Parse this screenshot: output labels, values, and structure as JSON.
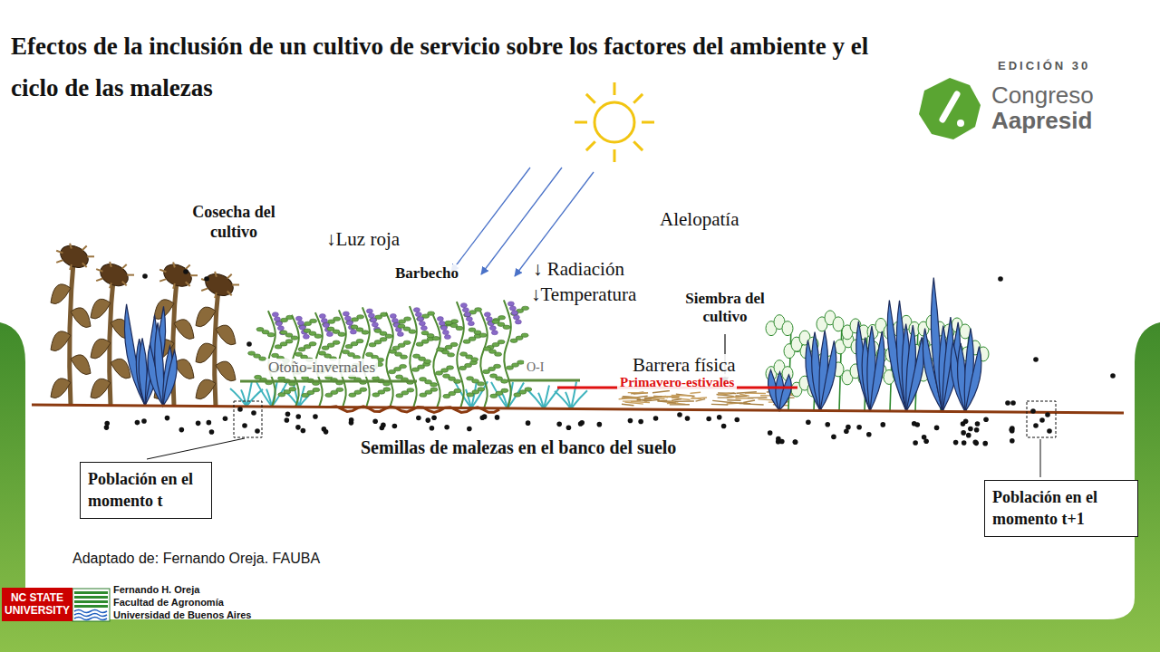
{
  "diagram": {
    "title": "Efectos de la inclusión de un cultivo de servicio sobre los factores del ambiente y el ciclo de las malezas",
    "nodes": [
      {
        "text": [
          "Población en el momento t"
        ]
      },
      {
        "text": [
          "Población en el momento t+1"
        ]
      }
    ],
    "labels": [
      "EDICIÓN 30",
      "Congreso",
      "Aapresid",
      "Cosecha del cultivo",
      "↓Luz roja",
      "Barbecho",
      "↓ Radiación",
      "↓Temperatura",
      "Alelopatía",
      "Siembra del cultivo",
      "Barrera física",
      "Otoño-invernales",
      "O-I",
      "Primavero-estivales",
      "Semillas de malezas en el banco del suelo",
      "Adaptado de: Fernando Oreja. FAUBA",
      "NC STATE UNIVERSITY",
      "Fernando H. Oreja",
      "Facultad de Agronomía",
      "Universidad de Buenos Aires"
    ]
  }
}
